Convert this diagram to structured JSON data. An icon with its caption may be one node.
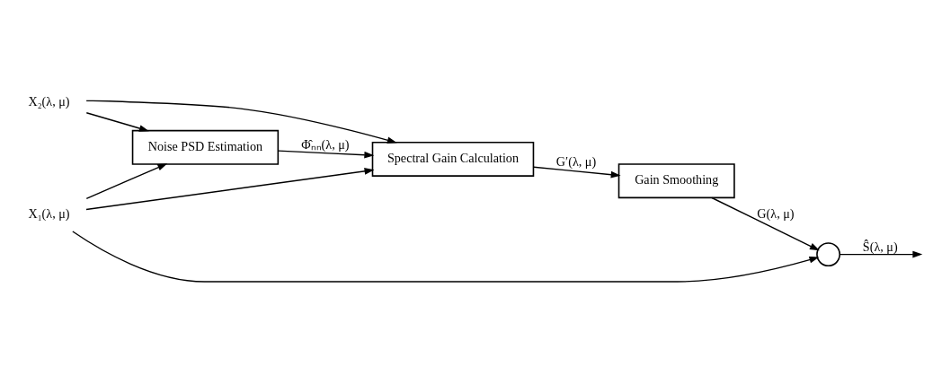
{
  "diagram": {
    "nodes": [
      {
        "text": [
          "X₂(λ, μ)"
        ]
      },
      {
        "text": [
          "Noise PSD Estimation"
        ]
      },
      {
        "text": [
          "Spectral Gain Calculation"
        ]
      },
      {
        "text": [
          "Gain Smoothing"
        ]
      },
      {
        "text": [
          "X₁(λ, μ)"
        ]
      },
      {
        "text": [],
        "shape": "circle"
      }
    ],
    "edges": [
      {
        "from": 0,
        "to": 1,
        "arrow": "to"
      },
      {
        "from": 0,
        "to": 2,
        "arrow": "to"
      },
      {
        "from": 4,
        "to": 1,
        "arrow": "to"
      },
      {
        "from": 4,
        "to": 2,
        "arrow": "to"
      },
      {
        "from": 4,
        "to": 5,
        "arrow": "to"
      },
      {
        "from": 1,
        "to": 2,
        "arrow": "to",
        "label": "Φ̂ₙₙ(λ, μ)"
      },
      {
        "from": 2,
        "to": 3,
        "arrow": "to",
        "label": "G′(λ, μ)"
      },
      {
        "from": 3,
        "to": 5,
        "arrow": "to",
        "label": "G(λ, μ)"
      },
      {
        "from": 5,
        "to": null,
        "arrow": "to",
        "label": "Ŝ(λ, μ)"
      }
    ]
  }
}
